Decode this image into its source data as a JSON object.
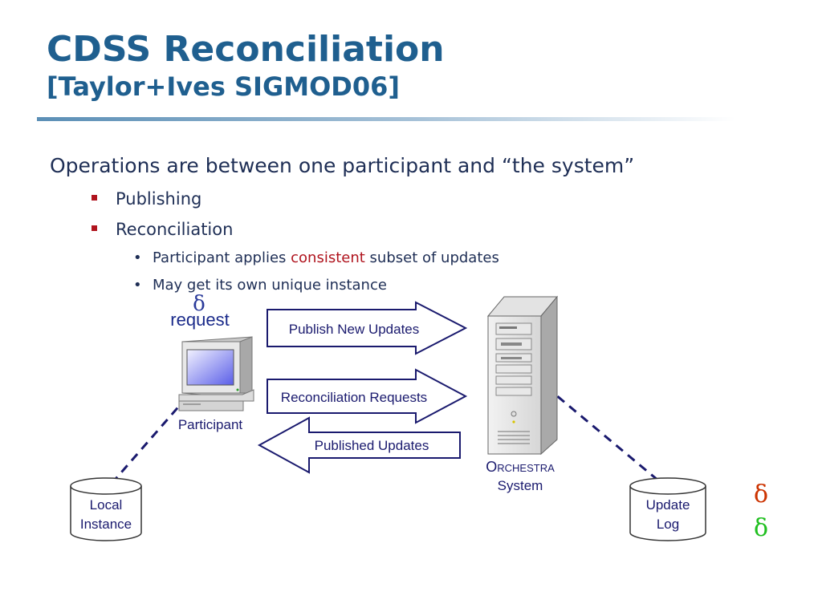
{
  "title": {
    "line1": "CDSS Reconciliation",
    "line2": "[Taylor+Ives SIGMOD06]"
  },
  "bullets": {
    "main": "Operations are between one participant and “the system”",
    "publishing": "Publishing",
    "reconciliation": "Reconciliation",
    "applies_pre": "Participant applies ",
    "applies_highlight": "consistent",
    "applies_post": " subset of updates",
    "unique": "May get its own unique instance"
  },
  "diagram": {
    "delta_request_symbol": "δ",
    "request_label": "request",
    "arrow_publish": "Publish New Updates",
    "arrow_reconcile": "Reconciliation Requests",
    "arrow_published": "Published Updates",
    "participant_label": "Participant",
    "orchestra_big": "O",
    "orchestra_rest": "RCHESTRA",
    "orchestra_system": "System",
    "local_line1": "Local",
    "local_line2": "Instance",
    "log_line1": "Update",
    "log_line2": "Log",
    "delta_red": "δ",
    "delta_green": "δ"
  },
  "colors": {
    "title": "#1f5f8f",
    "highlight": "#b0141e",
    "arrow_stroke": "#1a1a6e",
    "delta_blue": "#2a3a9a",
    "delta_red": "#cc3300",
    "delta_green": "#1fbf1f"
  },
  "icons": {
    "participant": "desktop-computer-icon",
    "server": "tower-server-icon",
    "database": "database-cylinder-icon"
  }
}
